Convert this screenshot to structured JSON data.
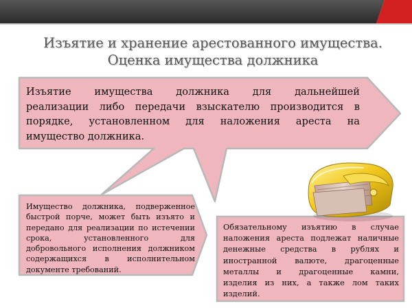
{
  "title": {
    "line1": "Изъятие и хранение арестованного имущества.",
    "line2": "Оценка имущества должника"
  },
  "main_callout": {
    "lines": [
      "Изъятие имущества должника для дальнейшей",
      "реализации либо передачи взыскателю производится в",
      "порядке, установленном для наложения ареста на",
      "имущество должника."
    ]
  },
  "left_callout": {
    "lines": [
      "Имущество должника, подверженное",
      "быстрой порче, может быть изъято и",
      "передано для реализации по истечении",
      "срока, установленного для",
      "добровольного исполнения должником",
      "содержащихся в исполнительном",
      "документе требований."
    ]
  },
  "right_callout": {
    "lines": [
      "Обязательному изъятию в случае",
      "наложения ареста подлежат наличные",
      "денежные средства в рублях и",
      "иностранной валюте, драгоценные",
      "металлы и драгоценные камни,",
      "изделия из них, а также лом таких",
      "изделий."
    ]
  },
  "colors": {
    "callout_fill": "#efb6bd",
    "callout_border": "#b8b8b8",
    "band_dark": "#3a3a3a",
    "band_red": "#d21f1f",
    "title_text": "#595959"
  },
  "icons": {
    "wallet": "wallet-with-banknotes-icon"
  }
}
